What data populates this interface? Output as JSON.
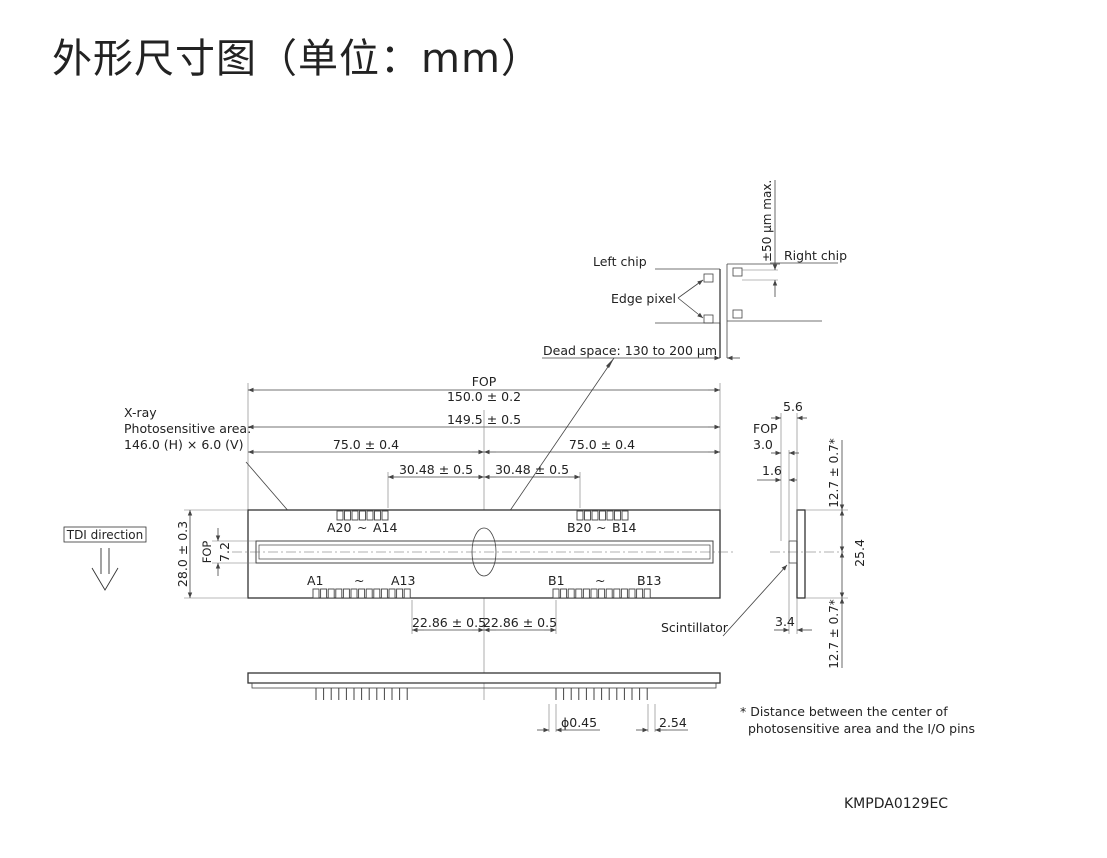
{
  "title": "外形尺寸图（单位：mm）",
  "labels": {
    "left_chip": "Left chip",
    "right_chip": "Right chip",
    "edge_pixel": "Edge pixel",
    "flatness": "±50 µm max.",
    "dead_space": "Dead space: 130 to 200 µm",
    "fop_top": "FOP",
    "xray_1": "X-ray",
    "xray_2": "Photosensitive area:",
    "xray_3": "146.0 (H) × 6.0 (V)",
    "tdi": "TDI direction",
    "fop_left": "FOP",
    "fop_side": "FOP",
    "scintillator": "Scintillator",
    "pin_a20": "A20",
    "pin_a14": "A14",
    "pin_b20": "B20",
    "pin_b14": "B14",
    "pin_a1": "A1",
    "pin_a13": "A13",
    "pin_b1": "B1",
    "pin_b13": "B13",
    "tilde": "~",
    "note_1": "* Distance between the center of",
    "note_2": "photosensitive area and the I/O pins",
    "drawing_code": "KMPDA0129EC"
  },
  "dims": {
    "d_150": "150.0 ± 0.2",
    "d_149": "149.5 ± 0.5",
    "d_75_left": "75.0 ± 0.4",
    "d_75_right": "75.0 ± 0.4",
    "d_30_left": "30.48 ± 0.5",
    "d_30_right": "30.48 ± 0.5",
    "d_22_left": "22.86 ± 0.5",
    "d_22_right": "22.86 ± 0.5",
    "d_28": "28.0 ± 0.3",
    "d_7_2": "7.2",
    "d_5_6": "5.6",
    "d_3_0": "3.0",
    "d_1_6": "1.6",
    "d_3_4": "3.4",
    "d_12_7_top": "12.7 ± 0.7*",
    "d_12_7_bot": "12.7 ± 0.7*",
    "d_25_4": "25.4",
    "d_phi": "ϕ0.45",
    "d_2_54": "2.54"
  }
}
